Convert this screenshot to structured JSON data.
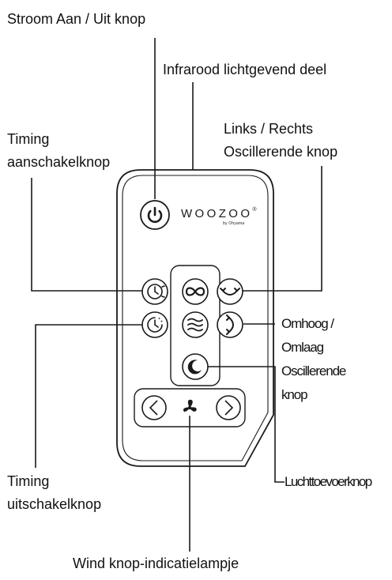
{
  "labels": {
    "power": "Stroom Aan / Uit knop",
    "infrared": "Infrarood lichtgevend deel",
    "timing_on_1": "Timing",
    "timing_on_2": "aanschakelknop",
    "lr_osc_1": "Links / Rechts",
    "lr_osc_2": "Oscillerende knop",
    "ud_osc_1": "Omhoog /",
    "ud_osc_2": "Omlaag",
    "ud_osc_3": "Oscillerende",
    "ud_osc_4": "knop",
    "airflow": "Luchttoevoerknop",
    "timing_off_1": "Timing",
    "timing_off_2": "uitschakelknop",
    "wind": "Wind knop-indicatielampje"
  },
  "brand": {
    "name": "WOOZOO",
    "registered": "®",
    "sub": "by Ohyama"
  },
  "colors": {
    "stroke": "#1a1a1a",
    "remote_fill": "#ffffff"
  },
  "icons": [
    "power-icon",
    "timer-on-icon",
    "timer-off-icon",
    "infinity-icon",
    "wind-waves-icon",
    "moon-icon",
    "rotate-horizontal-icon",
    "rotate-vertical-icon",
    "chevron-left-icon",
    "fan-icon",
    "chevron-right-icon"
  ]
}
